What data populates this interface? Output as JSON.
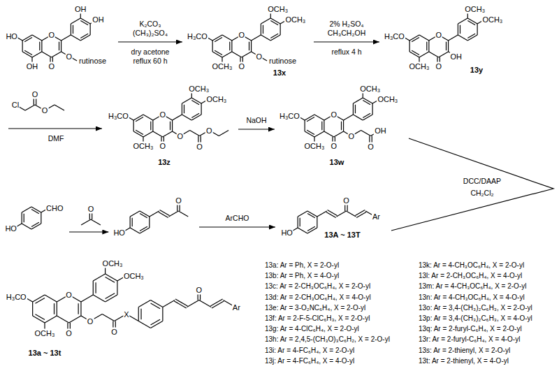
{
  "diagram": {
    "nodes": [
      {
        "text": [
          "OH",
          "OH",
          "HO",
          "O",
          "O",
          "rutinose",
          "OH",
          "O"
        ]
      },
      {
        "text": [
          "OCH₃",
          "OCH₃",
          "H₃CO",
          "O",
          "O",
          "rutinose",
          "OCH₃",
          "O",
          "13x"
        ]
      },
      {
        "text": [
          "OCH₃",
          "OCH₃",
          "H₃CO",
          "O",
          "OH",
          "OCH₃",
          "O",
          "13y"
        ]
      },
      {
        "text": [
          "O",
          "Cl",
          "O"
        ]
      },
      {
        "text": [
          "OCH₃",
          "OCH₃",
          "O",
          "H₃CO",
          "O",
          "O",
          "OCH₃",
          "O",
          "O",
          "13z"
        ]
      },
      {
        "text": [
          "OCH₃",
          "OCH₃",
          "O",
          "H₃CO",
          "O",
          "OH",
          "OCH₃",
          "O",
          "O",
          "13w"
        ]
      },
      {
        "text": [
          "CHO",
          "HO"
        ]
      },
      {
        "text": [
          "O"
        ]
      },
      {
        "text": [
          "O",
          "HO"
        ]
      },
      {
        "text": [
          "O",
          "Ar",
          "HO",
          "13A ~ 13T"
        ]
      },
      {
        "text": [
          "OCH₃",
          "OCH₃",
          "O",
          "H₃CO",
          "O",
          "O",
          "X",
          "Ar",
          "OCH₃",
          "O",
          "O",
          "13a ~ 13t"
        ]
      }
    ],
    "edges": [
      {
        "from": 0,
        "to": 1,
        "arrow": "to"
      },
      {
        "from": 1,
        "to": 2,
        "arrow": "to"
      },
      {
        "from": 4,
        "to": 5,
        "label": "NaOH",
        "arrow": "to"
      },
      {
        "from": 6,
        "to": 8,
        "arrow": "to"
      },
      {
        "from": 8,
        "to": 9,
        "label": "ArCHO",
        "arrow": "to"
      }
    ],
    "labels": [
      "K₂CO₃",
      "(CH₃)₂SO₄",
      "dry acetone",
      "reflux 60 h",
      "2% H₂SO₄",
      "CH₃CH₂OH",
      "reflux 4 h",
      "DMF",
      "DCC/DAAP",
      "CH₂Cl₂",
      "13a: Ar = Ph, X = 2-O-yl",
      "13b: Ar = Ph, X = 4-O-yl",
      "13c: Ar = 2-CH₃OC₆H₄, X = 2-O-yl",
      "13d: Ar = 2-CH₃OC₆H₄, X = 4-O-yl",
      "13e: Ar = 3-O₂NC₆H₄, X = 2-O-yl",
      "13f: Ar = 2-F-5-ClC₆H₃, X = 2-O-yl",
      "13g: Ar = 4-ClC₆H₄, X = 2-O-yl",
      "13h: Ar = 2,4,5-(CH₃O)₃C₆H₂, X = 2-O-yl",
      "13i: Ar = 4-FC₆H₄, X = 2-O-yl",
      "13j: Ar = 4-FC₆H₄, X = 4-O-yl",
      "13k: Ar = 4-CH₃OC₆H₄, X = 2-O-yl",
      "13l: Ar = 2-CH₃OC₆H₄, X = 4-O-yl",
      "13m: Ar = 4-CH₃OC₆H₄, X = 2-O-yl",
      "13n: Ar = 4-CH₃OC₆H₄, X = 4-O-yl",
      "13o: Ar = 3,4-(CH₃)₂C₆H₃, X = 2-O-yl",
      "13p: Ar = 3,4-(CH₃)₂C₆H₃, X = 4-O-yl",
      "13q: Ar = 2-furyl-C₆H₄, X = 2-O-yl",
      "13r: Ar = 2-furyl-C₆H₄, X = 4-O-yl",
      "13s: Ar = 2-thienyl, X = 2-O-yl",
      "13t: Ar = 2-thienyl, X = 4-O-yl"
    ]
  }
}
